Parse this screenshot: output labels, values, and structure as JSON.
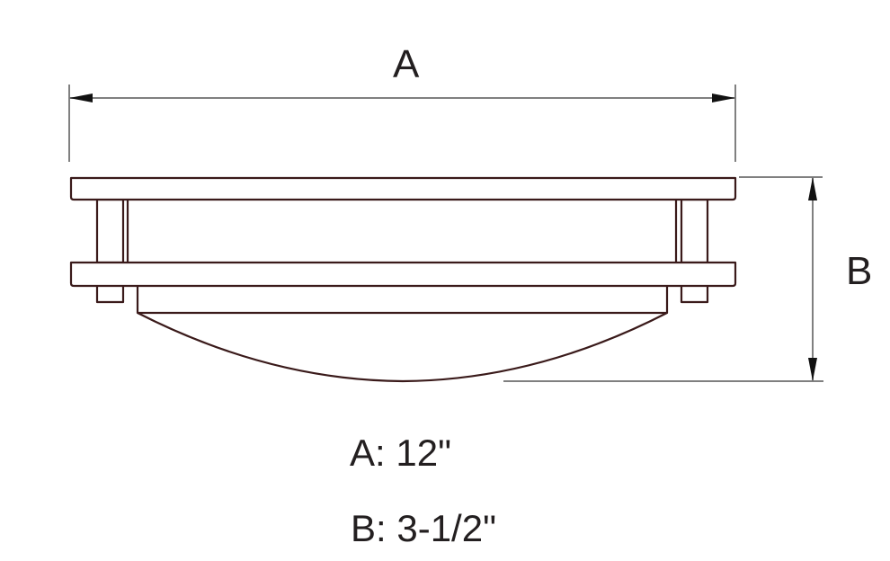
{
  "diagram": {
    "subject": "flush-mount ceiling light fixture side elevation",
    "colors": {
      "outline": "#3a1a1a",
      "dimension_line": "#808080",
      "arrow": "#111111",
      "text": "#231f20",
      "background": "#ffffff"
    },
    "dimensions": {
      "width_label": "A",
      "height_label": "B"
    },
    "specs": [
      {
        "label": "A:",
        "value": "12\""
      },
      {
        "label": "B:",
        "value": "3-1/2\""
      }
    ],
    "spec_lines": {
      "a": "A: 12\"",
      "b": "B: 3-1/2\""
    }
  }
}
